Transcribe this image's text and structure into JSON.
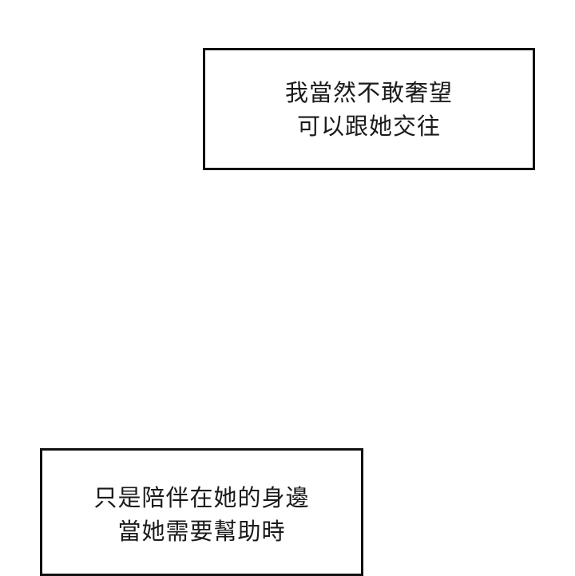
{
  "captions": [
    {
      "lines": [
        "我當然不敢奢望",
        "可以跟她交往"
      ]
    },
    {
      "lines": [
        "只是陪伴在她的身邊",
        "當她需要幫助時"
      ]
    }
  ]
}
